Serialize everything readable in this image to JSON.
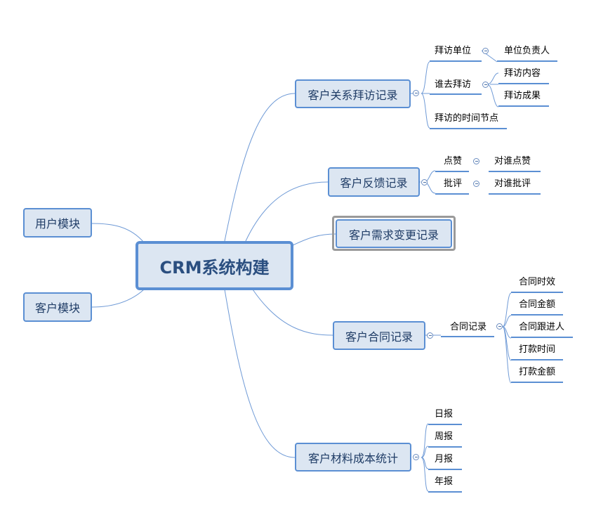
{
  "root": "CRM系统构建",
  "left_modules": [
    "用户模块",
    "客户模块"
  ],
  "branches": {
    "visit": {
      "label": "客户关系拜访记录",
      "items": {
        "unit": "拜访单位",
        "unit_child": "单位负责人",
        "who": "谁去拜访",
        "who_children": [
          "拜访内容",
          "拜访成果"
        ],
        "time": "拜访的时间节点"
      }
    },
    "feedback": {
      "label": "客户反馈记录",
      "items": {
        "like": "点赞",
        "like_child": "对谁点赞",
        "criticize": "批评",
        "criticize_child": "对谁批评"
      }
    },
    "change": {
      "label": "客户需求变更记录"
    },
    "contract": {
      "label": "客户合同记录",
      "record": "合同记录",
      "children": [
        "合同时效",
        "合同金额",
        "合同跟进人",
        "打款时间",
        "打款金额"
      ]
    },
    "cost": {
      "label": "客户材料成本统计",
      "children": [
        "日报",
        "周报",
        "月报",
        "年报"
      ]
    }
  }
}
